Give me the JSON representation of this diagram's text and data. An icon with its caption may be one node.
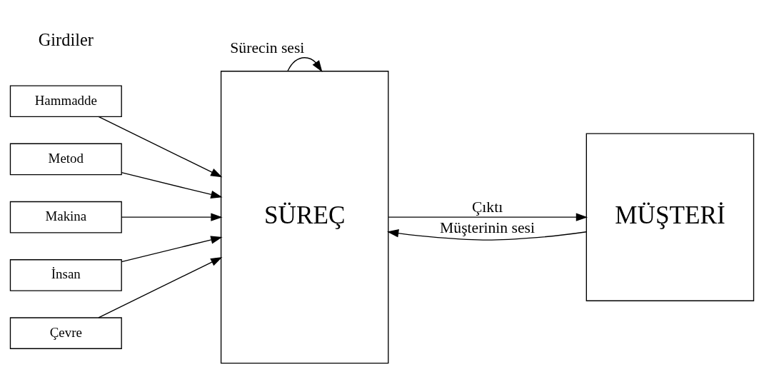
{
  "diagram": {
    "nodes": [
      {
        "text": [
          "Hammadde"
        ]
      },
      {
        "text": [
          "Metod"
        ]
      },
      {
        "text": [
          "Makina"
        ]
      },
      {
        "text": [
          "İnsan"
        ]
      },
      {
        "text": [
          "Çevre"
        ]
      },
      {
        "text": [
          "SÜREÇ"
        ]
      },
      {
        "text": [
          "MÜŞTERİ"
        ]
      }
    ],
    "edges": [
      {
        "from": 0,
        "to": 5,
        "arrow": "to"
      },
      {
        "from": 1,
        "to": 5,
        "arrow": "to"
      },
      {
        "from": 2,
        "to": 5,
        "arrow": "to"
      },
      {
        "from": 3,
        "to": 5,
        "arrow": "to"
      },
      {
        "from": 4,
        "to": 5,
        "arrow": "to"
      },
      {
        "from": 5,
        "to": 5,
        "arrow": "to",
        "label": "Sürecin sesi"
      },
      {
        "from": 5,
        "to": 6,
        "arrow": "to",
        "label": "Çıktı"
      },
      {
        "from": 6,
        "to": 5,
        "arrow": "to",
        "label": "Müşterinin sesi"
      }
    ],
    "labels": [
      "Girdiler"
    ]
  }
}
